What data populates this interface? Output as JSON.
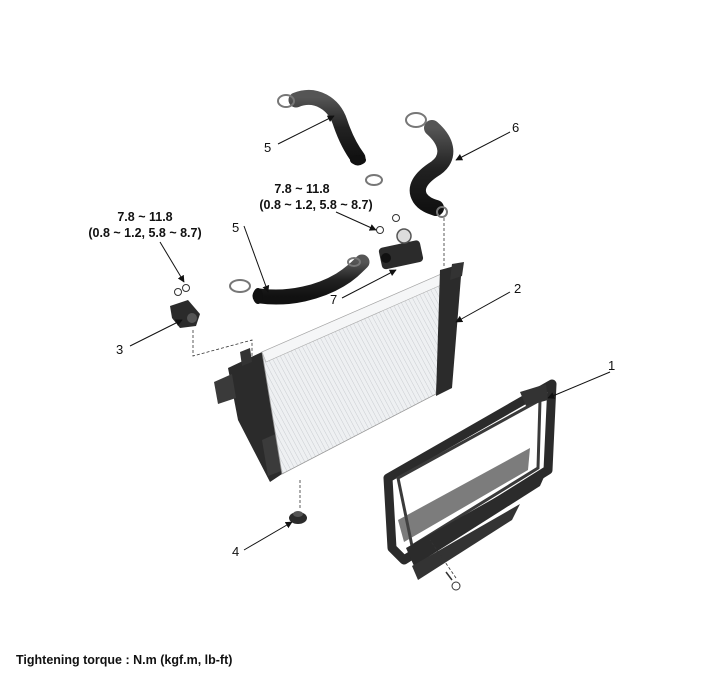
{
  "callouts": {
    "c1": "1",
    "c2": "2",
    "c3": "3",
    "c4": "4",
    "c5a": "5",
    "c5b": "5",
    "c6": "6",
    "c7": "7"
  },
  "torque_left": {
    "line1": "7.8 ~ 11.8",
    "line2": "(0.8 ~ 1.2, 5.8 ~ 8.7)"
  },
  "torque_right": {
    "line1": "7.8 ~ 11.8",
    "line2": "(0.8 ~ 1.2, 5.8 ~ 8.7)"
  },
  "footer": {
    "note": "Tightening torque : N.m (kgf.m, lb-ft)"
  },
  "icons": [
    "radiator-icon",
    "hose-icon",
    "bracket-icon",
    "bolt-icon",
    "clamp-icon",
    "thermostat-icon",
    "shroud-icon"
  ],
  "colors": {
    "line": "#111111",
    "part_dark": "#2b2b2b",
    "radiator_core": "#e9ebed"
  }
}
